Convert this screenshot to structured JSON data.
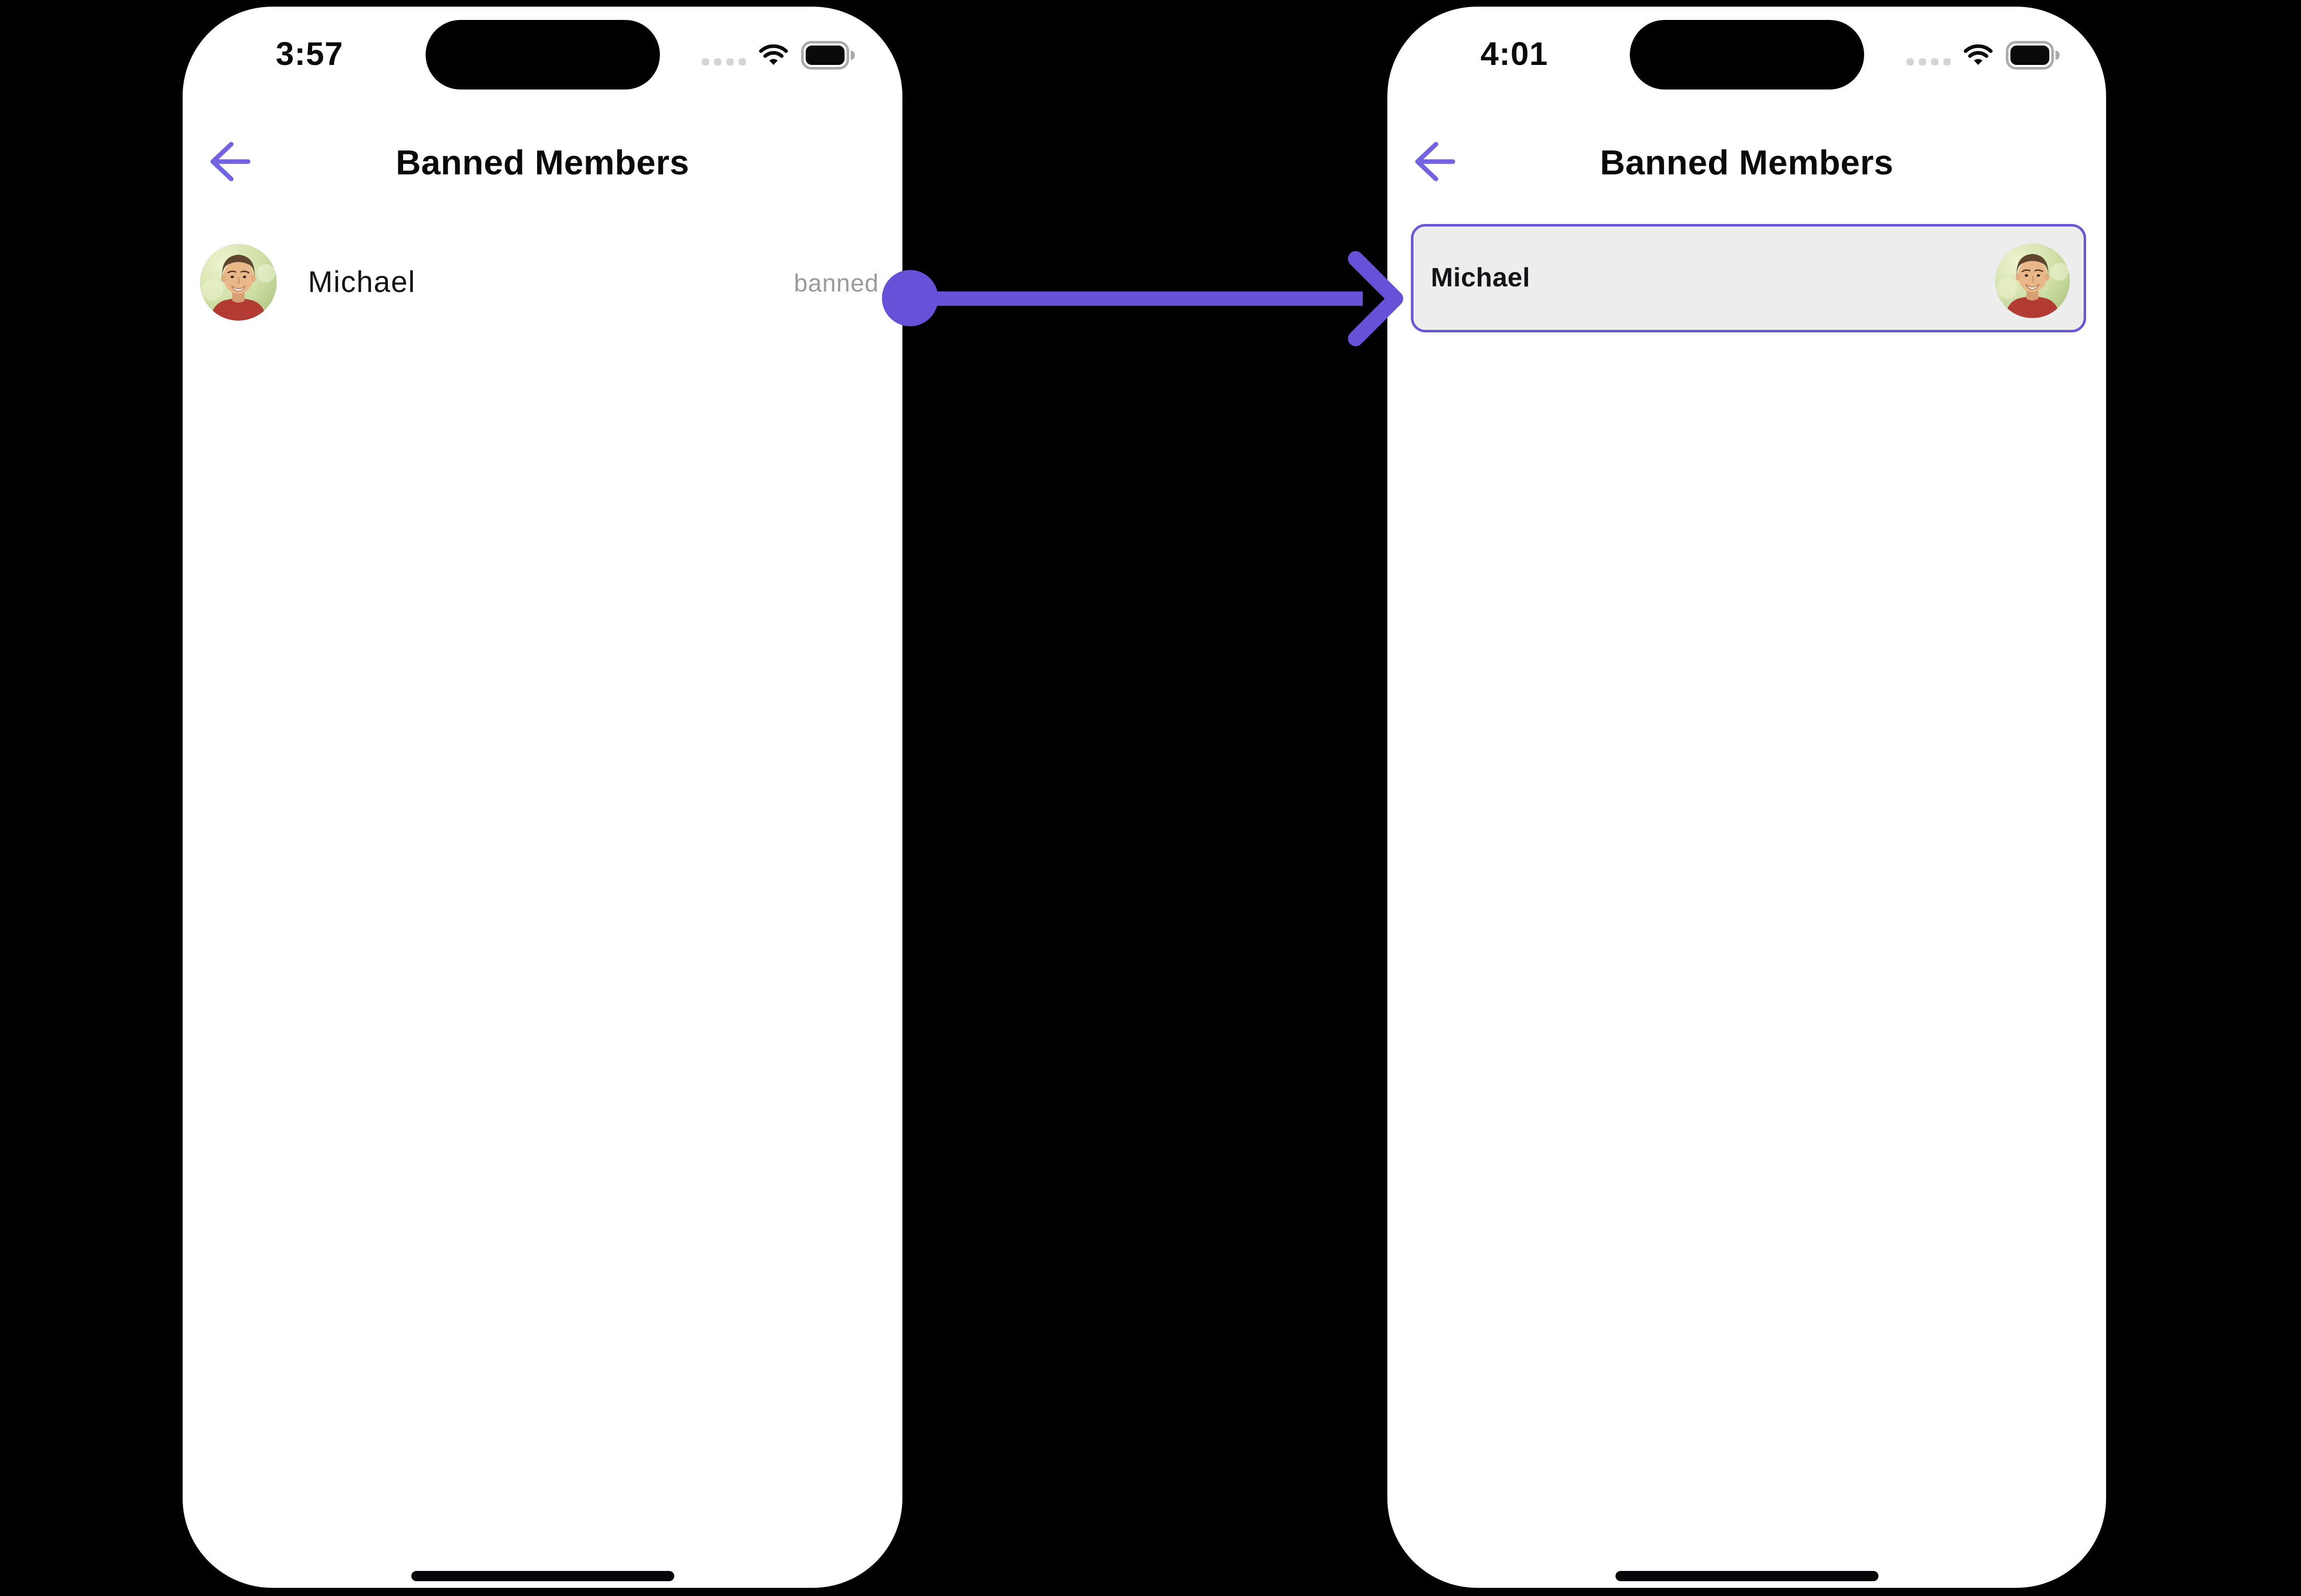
{
  "colors": {
    "page_background": "#000000",
    "phone_background": "#FFFFFF",
    "connector_purple": "#6652D8",
    "back_arrow_purple": "#7163E2",
    "card_border_purple": "#675AD8",
    "card_background": "#EDEDED",
    "banned_text_gray": "#9A9A9A",
    "title_text": "#0A0A0C",
    "signal_dots_gray": "#D4D4D6",
    "battery_outline_gray": "#ABABAB"
  },
  "left_screen": {
    "status_bar": {
      "time": "3:57",
      "icons": [
        "cellular-dots-icon",
        "wifi-icon",
        "battery-icon"
      ]
    },
    "header": {
      "back_icon": "back-arrow-icon",
      "title": "Banned Members"
    },
    "member_row": {
      "avatar": "michael-avatar",
      "name": "Michael",
      "status_label": "banned"
    }
  },
  "right_screen": {
    "status_bar": {
      "time": "4:01",
      "icons": [
        "cellular-dots-icon",
        "wifi-icon",
        "battery-icon"
      ]
    },
    "header": {
      "back_icon": "back-arrow-icon",
      "title": "Banned Members"
    },
    "member_card": {
      "name": "Michael",
      "avatar": "michael-avatar"
    }
  },
  "connector": {
    "type": "arrow",
    "direction": "left-to-right",
    "color": "#6652D8"
  }
}
